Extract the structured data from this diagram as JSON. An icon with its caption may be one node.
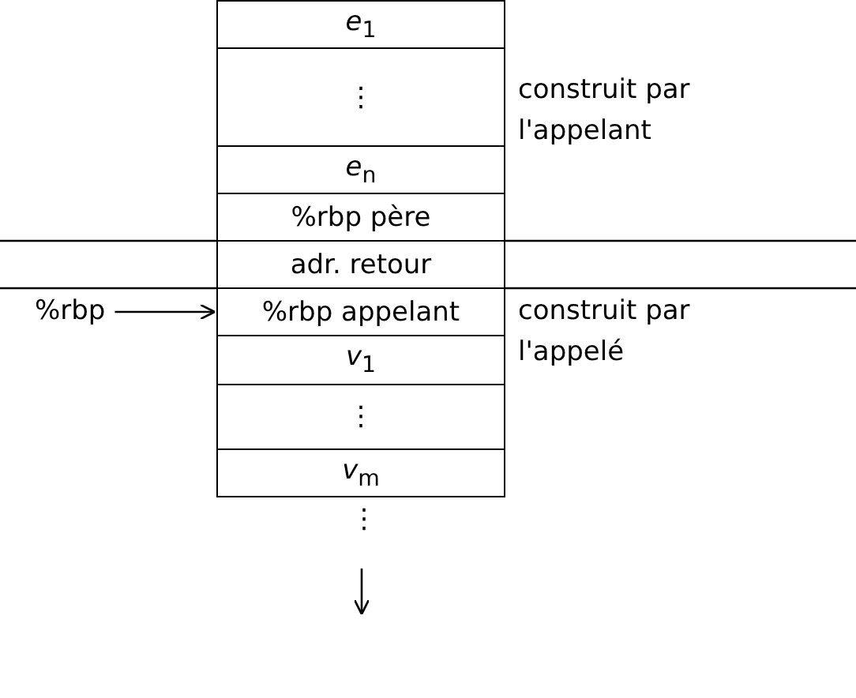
{
  "diagram": {
    "nodes": [
      {
        "text": [
          "*e*$_{1}$"
        ]
      },
      {
        "text": [
          "⋮"
        ]
      },
      {
        "text": [
          "*e*$_{n}$"
        ]
      },
      {
        "text": [
          "%rbp père"
        ]
      },
      {
        "text": [
          "adr. retour"
        ]
      },
      {
        "text": [
          "%rbp appelant"
        ]
      },
      {
        "text": [
          "*v*$_{1}$"
        ]
      },
      {
        "text": [
          "⋮"
        ]
      },
      {
        "text": [
          "*v*$_{m}$"
        ]
      },
      {
        "text": [
          "%rbp"
        ]
      }
    ],
    "edges": [
      {
        "from": 9,
        "to": 5,
        "arrow": "to"
      }
    ],
    "labels": [
      "construit par l'appelant",
      "construit par l'appelé",
      "⋮"
    ]
  }
}
